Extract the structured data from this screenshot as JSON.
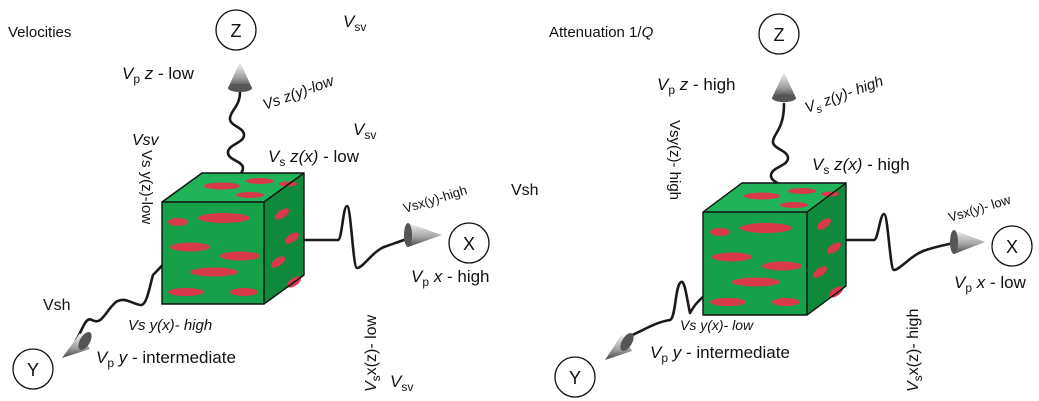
{
  "colors": {
    "cube_front": "#16a04a",
    "cube_top": "#21b357",
    "cube_side": "#0f8a3c",
    "inclusions": "#d83a4a"
  },
  "icons": [
    "cone-arrow-icon",
    "axis-circle-icon"
  ],
  "left_panel": {
    "title": "Velocities",
    "axis_z": "Z",
    "axis_x": "X",
    "axis_y": "Y",
    "vp_z": {
      "v": "V",
      "sub": "p",
      "axis": "z",
      "rest": " - low"
    },
    "vs_zy": "Vs z(y)-low",
    "vs_zx": {
      "v": "V",
      "sub": "s",
      "axis": "z(x)",
      "rest": " - low"
    },
    "vsv_top": {
      "v": "V",
      "sub": "sv"
    },
    "vsv_mid": {
      "v": "V",
      "sub": "sv"
    },
    "vsv_left": "Vsv",
    "vs_yz": "Vs y(z)-low",
    "vs_xy": "Vsx(y)-high",
    "vsh_right": "Vsh",
    "vp_x": {
      "v": "V",
      "sub": "p",
      "axis": "x",
      "rest": " - high"
    },
    "vs_xz": {
      "v": "V",
      "sub": "s",
      "rest": "x(z)- low"
    },
    "vsv_bottom": {
      "v": "V",
      "sub": "sv"
    },
    "vsh_left": "Vsh",
    "vs_yx": "Vs y(x)- high",
    "vp_y": {
      "v": "V",
      "sub": "p",
      "axis": "y",
      "rest": " - intermediate"
    }
  },
  "right_panel": {
    "title_prefix": "Attenuation 1/",
    "title_q": "Q",
    "axis_z": "Z",
    "axis_x": "X",
    "axis_y": "Y",
    "vp_z": {
      "v": "V",
      "sub": "p",
      "axis": "z",
      "rest": " - high"
    },
    "vs_zy": {
      "v": "V",
      "sub": "s",
      "rest": " z(y)- high"
    },
    "vs_zx": {
      "v": "V",
      "sub": "s",
      "axis": "z(x)",
      "rest": " - high"
    },
    "vs_yz": "Vsy(z)- high",
    "vs_xy": "Vsx(y)- low",
    "vp_x": {
      "v": "V",
      "sub": "p",
      "axis": "x",
      "rest": " - low"
    },
    "vs_xz": {
      "v": "V",
      "sub": "s",
      "rest": "x(z)- high"
    },
    "vs_yx": "Vs y(x)- low",
    "vp_y": {
      "v": "V",
      "sub": "p",
      "axis": "y",
      "rest": " - intermediate"
    }
  }
}
